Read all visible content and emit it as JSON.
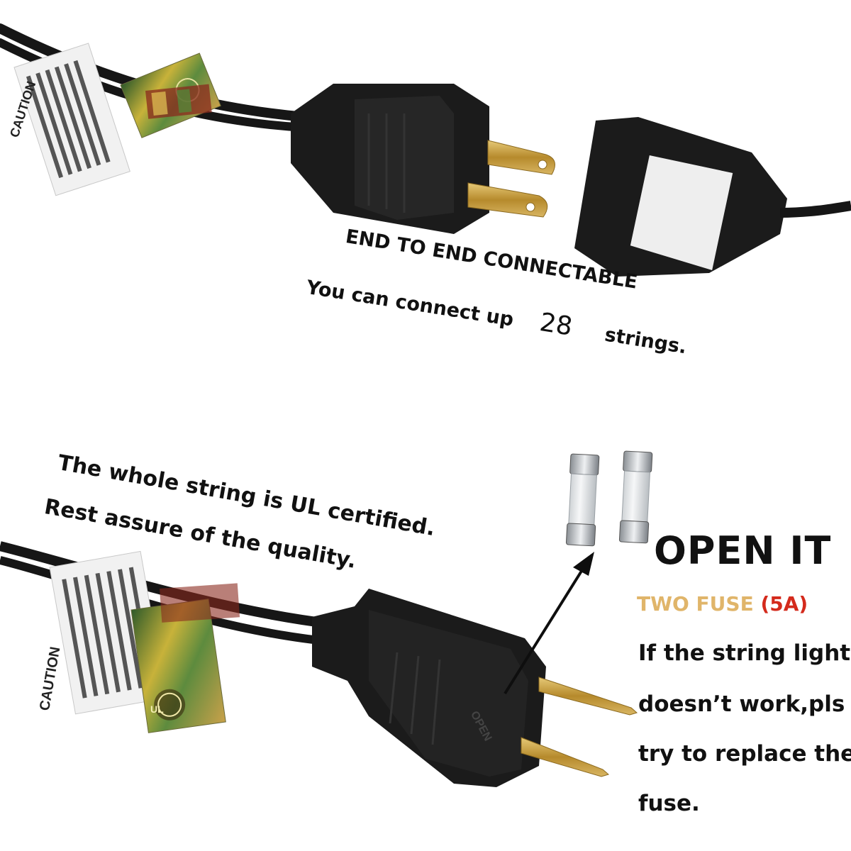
{
  "top": {
    "headline": "END TO END CONNECTABLE",
    "line2_prefix": "You can connect up",
    "count": "28",
    "line2_suffix": "strings."
  },
  "bottom": {
    "ul_line1": "The whole string is UL certified.",
    "ul_line2": "Rest assure of the quality.",
    "open_it": "OPEN IT",
    "fuse_label": "TWO FUSE",
    "fuse_amp": "(5A)",
    "note_lines": [
      "If the string light",
      "doesn’t work,pls",
      "try to replace the",
      "fuse."
    ]
  },
  "labels": {
    "caution": "CAUTION",
    "plug_text": "OPEN",
    "ul_mark": "UL"
  },
  "colors": {
    "fuse_label": "#e0b56a",
    "fuse_amp": "#d42a1c",
    "cord": "#161616",
    "plug": "#1b1b1b",
    "prong": "#c9a44a"
  }
}
